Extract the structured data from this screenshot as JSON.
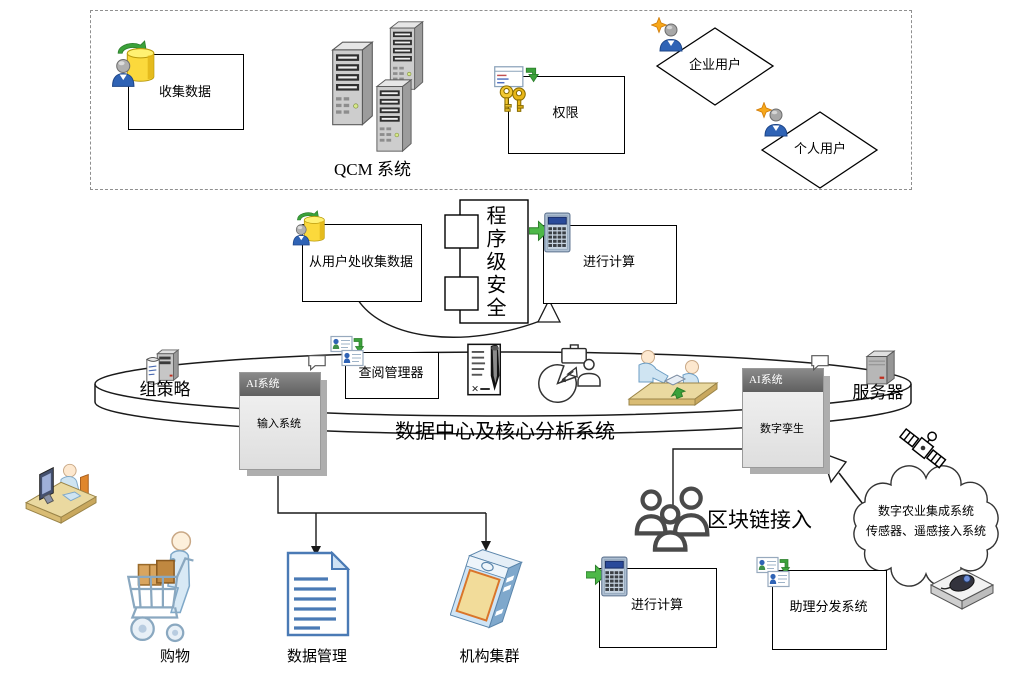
{
  "labels": {
    "collect_data": "收集数据",
    "qcm_system": "QCM 系统",
    "permission": "权限",
    "enterprise_user": "企业用户",
    "personal_user": "个人用户",
    "collect_from_users": "从用户处收集数据",
    "program_security": "程序级安全",
    "compute_top": "进行计算",
    "group_policy": "组策略",
    "review_manager": "查阅管理器",
    "ai_system_left": "AI系统",
    "input_system": "输入系统",
    "ai_system_right": "AI系统",
    "digital_twin": "数字孪生",
    "server": "服务器",
    "center_title": "数据中心及核心分析系统",
    "shopping": "购物",
    "data_management": "数据管理",
    "org_cluster": "机构集群",
    "blockchain_access": "区块链接入",
    "compute_bottom": "进行计算",
    "assistant_dispatch": "助理分发系统",
    "cloud_line1": "数字农业集成系统",
    "cloud_line2": "传感器、遥感接入系统"
  },
  "colors": {
    "database_yellow": "#fbd93c",
    "arrow_green": "#3ba13a",
    "person_blue": "#2f63b5",
    "star_orange": "#f7a81b",
    "key_gold": "#e8b618",
    "ai_box_header_gray": "#6e6e6e",
    "software_box_blue": "#cfe4f5",
    "panel_orange": "#d9752a",
    "desk_tan": "#ead9a0"
  }
}
